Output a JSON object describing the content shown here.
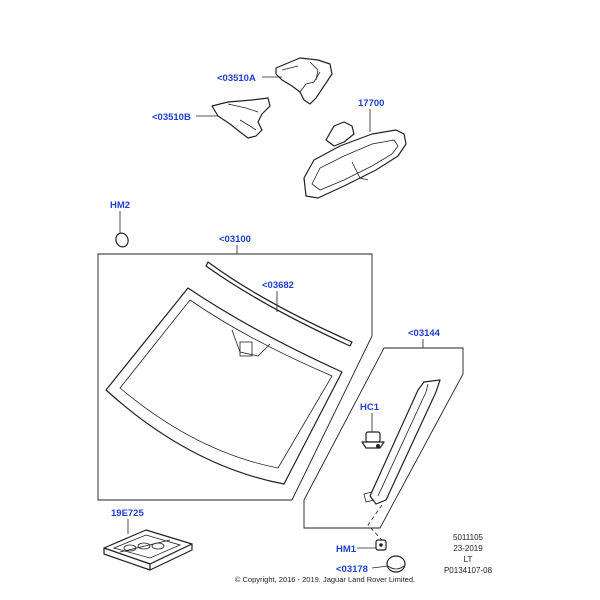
{
  "callouts": {
    "c03510a": "<03510A",
    "c03510b": "<03510B",
    "c17700": "17700",
    "hm2": "HM2",
    "c03100": "<03100",
    "c03682": "<03682",
    "c03144": "<03144",
    "hc1": "HC1",
    "c19e725": "19E725",
    "hm1": "HM1",
    "c03178": "<03178"
  },
  "meta": {
    "line1": "5011105",
    "line2": "23-2019",
    "line3": "LT",
    "line4": "P0134107-08"
  },
  "copyright": "© Copyright, 2016 - 2019. Jaguar Land Rover Limited.",
  "colors": {
    "callout": "#1f3fd0",
    "line": "#222222"
  }
}
